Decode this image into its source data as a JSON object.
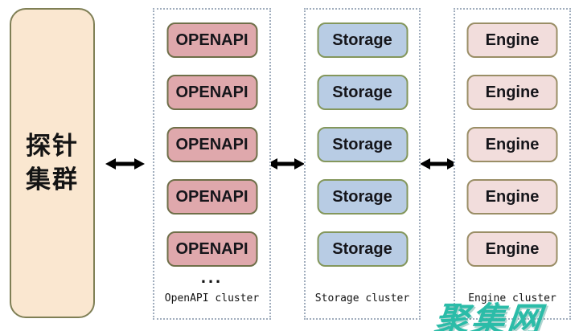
{
  "diagram": {
    "probe_cluster": {
      "line1": "探针",
      "line2": "集群"
    },
    "columns": [
      {
        "id": "openapi",
        "node_label": "OPENAPI",
        "node_count": 5,
        "ellipsis": "...",
        "caption": "OpenAPI cluster",
        "node_fill": "#dfa8ac",
        "node_border": "#6f6f49"
      },
      {
        "id": "storage",
        "node_label": "Storage",
        "node_count": 5,
        "caption": "Storage cluster",
        "node_fill": "#b8cce4",
        "node_border": "#84975c"
      },
      {
        "id": "engine",
        "node_label": "Engine",
        "node_count": 5,
        "caption": "Engine cluster",
        "node_fill": "#f2dddc",
        "node_border": "#9a8e66"
      }
    ],
    "watermark": {
      "text": "聚集网",
      "color": "#2bbca8"
    },
    "colors": {
      "probe_fill": "#fae7d0",
      "probe_border": "#7f7f55",
      "column_border": "#a0adbd",
      "arrow": "#000000",
      "background": "#ffffff",
      "text": "#141414"
    }
  }
}
